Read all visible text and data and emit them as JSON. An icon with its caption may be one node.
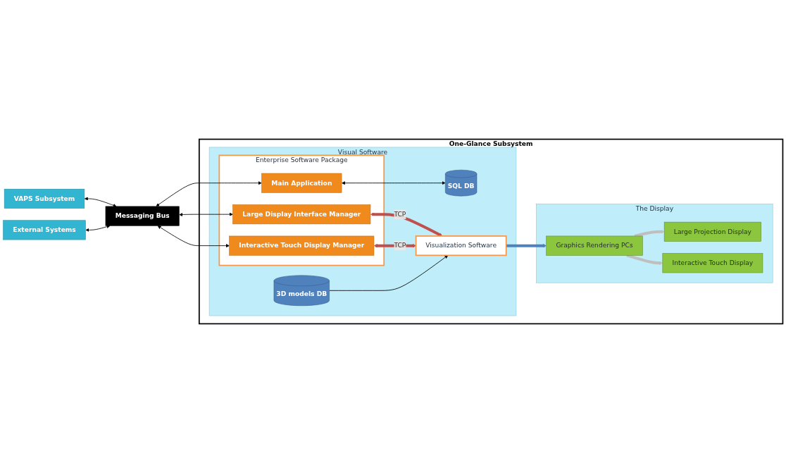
{
  "diagram": {
    "nodes": [
      {
        "text": [
          "VAPS Subsystem"
        ]
      },
      {
        "text": [
          "External Systems"
        ]
      },
      {
        "text": [
          "Messaging Bus"
        ]
      },
      {
        "text": [
          "One-Glance Subsystem"
        ]
      },
      {
        "text": [
          "Visual Software"
        ],
        "in": 3
      },
      {
        "text": [
          "Enterprise Software Package"
        ],
        "in": 4
      },
      {
        "text": [
          "Main Application"
        ],
        "in": 5
      },
      {
        "text": [
          "Large Display Interface Manager"
        ],
        "in": 5
      },
      {
        "text": [
          "Interactive Touch Display Manager"
        ],
        "in": 5
      },
      {
        "text": [
          "SQL DB"
        ],
        "in": 4
      },
      {
        "text": [
          "3D models DB"
        ],
        "in": 4
      },
      {
        "text": [
          "Visualization Software"
        ],
        "in": 4
      },
      {
        "text": [
          "The Display"
        ],
        "in": 3
      },
      {
        "text": [
          "Large Projection Display"
        ],
        "in": 12
      },
      {
        "text": [
          "Graphics Rendering PCs"
        ],
        "in": 12
      },
      {
        "text": [
          "Interactive Touch Display"
        ],
        "in": 12
      }
    ],
    "edges": [
      {
        "from": 0,
        "to": 2,
        "arrow": "both"
      },
      {
        "from": 1,
        "to": 2,
        "arrow": "both"
      },
      {
        "from": 2,
        "to": 6,
        "arrow": "both"
      },
      {
        "from": 2,
        "to": 7,
        "arrow": "both"
      },
      {
        "from": 2,
        "to": 8,
        "arrow": "both"
      },
      {
        "from": 6,
        "to": 9,
        "arrow": "both"
      },
      {
        "from": 10,
        "to": 11,
        "arrow": "to"
      },
      {
        "from": 7,
        "to": 11,
        "arrow": "both",
        "label": "TCP",
        "style": "thick",
        "color": "#c0504d"
      },
      {
        "from": 8,
        "to": 11,
        "arrow": "both",
        "label": "TCP",
        "style": "thick",
        "color": "#c0504d"
      },
      {
        "from": 11,
        "to": 14,
        "arrow": "to",
        "style": "thick",
        "color": "#4f81bd"
      },
      {
        "from": 14,
        "to": 13,
        "arrow": "to",
        "style": "thick",
        "color": "#bfbfbf"
      },
      {
        "from": 14,
        "to": 15,
        "arrow": "to",
        "style": "thick",
        "color": "#bfbfbf"
      }
    ]
  }
}
